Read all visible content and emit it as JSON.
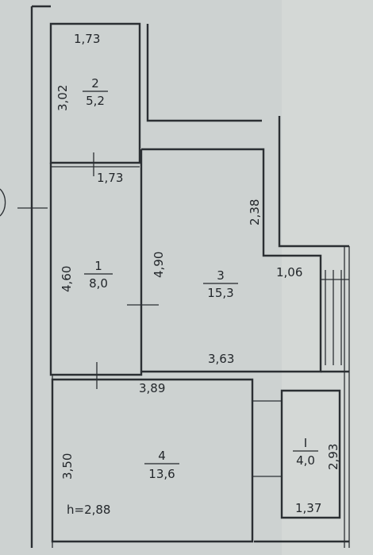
{
  "plan": {
    "ceiling_height": "h=2,88",
    "rooms": [
      {
        "id": "room-2",
        "number": "2",
        "area": "5,2",
        "dims": [
          "1,73",
          "3,02",
          "1,73"
        ]
      },
      {
        "id": "room-1",
        "number": "1",
        "area": "8,0",
        "dims": [
          "4,60",
          "4,90"
        ]
      },
      {
        "id": "room-3",
        "number": "3",
        "area": "15,3",
        "dims": [
          "2,38",
          "1,06",
          "3,63"
        ]
      },
      {
        "id": "room-4",
        "number": "4",
        "area": "13,6",
        "dims": [
          "3,89",
          "3,50"
        ]
      },
      {
        "id": "room-I",
        "number": "I",
        "area": "4,0",
        "dims": [
          "2,93",
          "1,37"
        ]
      }
    ]
  }
}
